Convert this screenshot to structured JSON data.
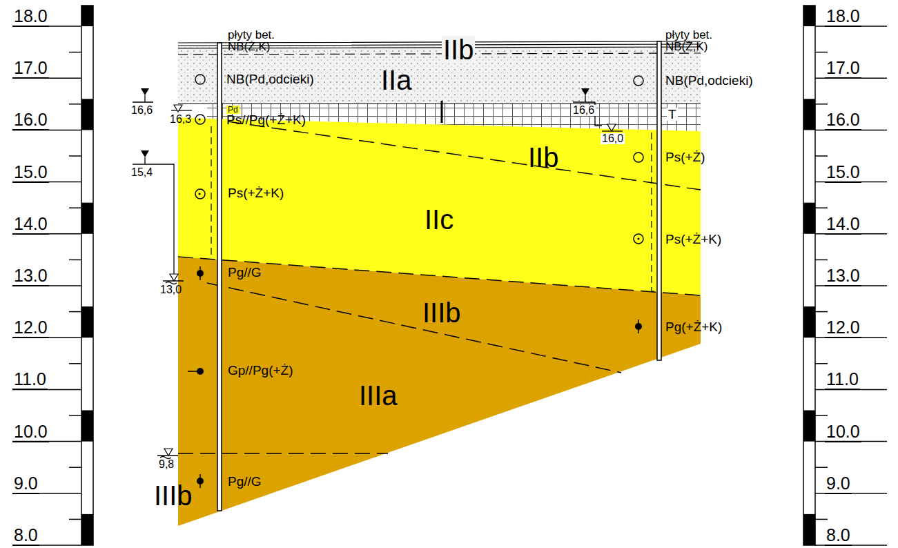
{
  "diagram": {
    "labels": [
      "18.0",
      "17.0",
      "16.0",
      "15.0",
      "14.0",
      "13.0",
      "12.0",
      "11.0",
      "10.0",
      "9.0",
      "8.0",
      "18.0",
      "17.0",
      "16.0",
      "15.0",
      "14.0",
      "13.0",
      "12.0",
      "11.0",
      "10.0",
      "9.0",
      "8.0",
      "płyty bet.",
      "NB(Ż,K)",
      "NB(Pd,odcieki)",
      "IIb",
      "IIa",
      "16,6",
      "16,3",
      "Pd",
      "Ps//Pg(+Ż+K)",
      "15,4",
      "Ps(+Ż+K)",
      "IIc",
      "IIb",
      "Pg//G",
      "13,0",
      "IIIb",
      "Gp//Pg(+Ż)",
      "IIIa",
      "9,8",
      "Pg//G",
      "IIIb",
      "płyty bet.",
      "NB(Ż,K)",
      "NB(Pd,odcieki)",
      "16,6",
      "16,0",
      "T",
      "Ps(+Ż)",
      "Ps(+Ż+K)",
      "Pg(+Ż+K)"
    ]
  }
}
